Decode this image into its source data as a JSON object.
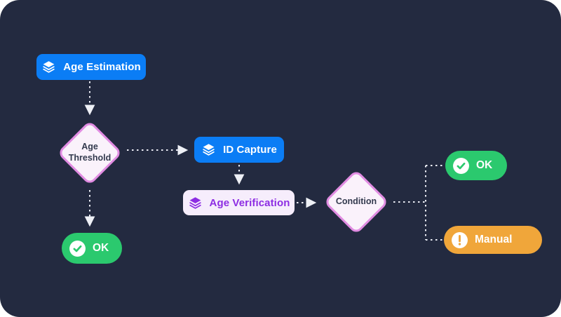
{
  "diagram": {
    "title": "age verification workflow",
    "nodes": {
      "age_estimation": {
        "label": "Age Estimation",
        "type": "step",
        "icon": "layers-icon",
        "color": "#0b7df5"
      },
      "age_threshold": {
        "label": "Age Threshold",
        "type": "decision",
        "border": "#e18ce2",
        "fill": "#faf2fb"
      },
      "id_capture": {
        "label": "ID Capture",
        "type": "step",
        "icon": "layers-icon",
        "color": "#0b7df5"
      },
      "age_verification": {
        "label": "Age Verification",
        "type": "step",
        "icon": "layers-icon",
        "color": "#8d2de3",
        "fill": "#f6edfc"
      },
      "condition": {
        "label": "Condition",
        "type": "decision",
        "border": "#e18ce2",
        "fill": "#faf2fb"
      },
      "ok_top": {
        "label": "OK",
        "type": "result",
        "icon": "check-circle-icon",
        "color": "#2bc96e"
      },
      "manual": {
        "label": "Manual",
        "type": "result",
        "icon": "exclamation-circle-icon",
        "color": "#f0a63a"
      },
      "ok_bottom": {
        "label": "OK",
        "type": "result",
        "icon": "check-circle-icon",
        "color": "#2bc96e"
      }
    },
    "edges": [
      "age_estimation -> age_threshold",
      "age_threshold -> id_capture",
      "age_threshold -> ok_bottom",
      "id_capture -> age_verification",
      "age_verification -> condition",
      "condition -> ok_top",
      "condition -> manual"
    ],
    "colors": {
      "panel_background": "#232a40",
      "page_background": "#ffffff",
      "connector": "#e9ebf3",
      "step_blue": "#0b7df5",
      "step_purple_text": "#8d2de3",
      "decision_border": "#e18ce2",
      "decision_fill": "#faf2fb",
      "decision_text": "#333a4e",
      "result_green": "#2bc96e",
      "result_orange": "#f0a63a"
    }
  }
}
